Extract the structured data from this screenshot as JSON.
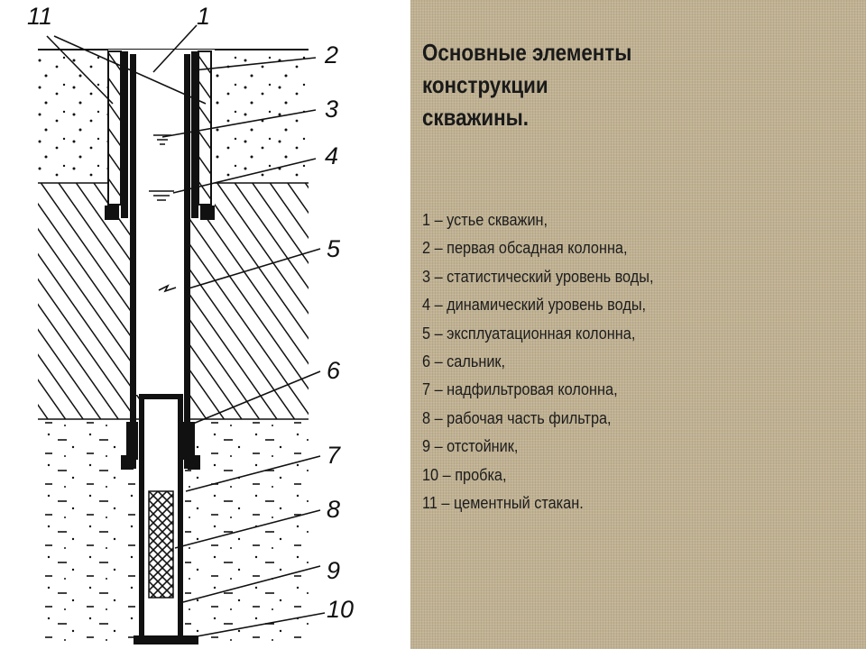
{
  "title": {
    "lines": [
      "Основные элементы",
      "конструкции",
      "скважины."
    ]
  },
  "legend": [
    "1 – устье скважин,",
    "2 – первая обсадная колонна,",
    "3 – статистический уровень воды,",
    "4 – динамический уровень воды,",
    "5 – эксплуатационная колонна,",
    "6 – сальник,",
    "7 – надфильтровая колонна,",
    "8 – рабочая часть фильтра,",
    "9 – отстойник,",
    "10 – пробка,",
    "11 – цементный стакан."
  ],
  "callouts": [
    "11",
    "1",
    "2",
    "3",
    "4",
    "5",
    "6",
    "7",
    "8",
    "9",
    "10"
  ],
  "colors": {
    "legend_background": "#bfb192",
    "ink": "#111111"
  }
}
